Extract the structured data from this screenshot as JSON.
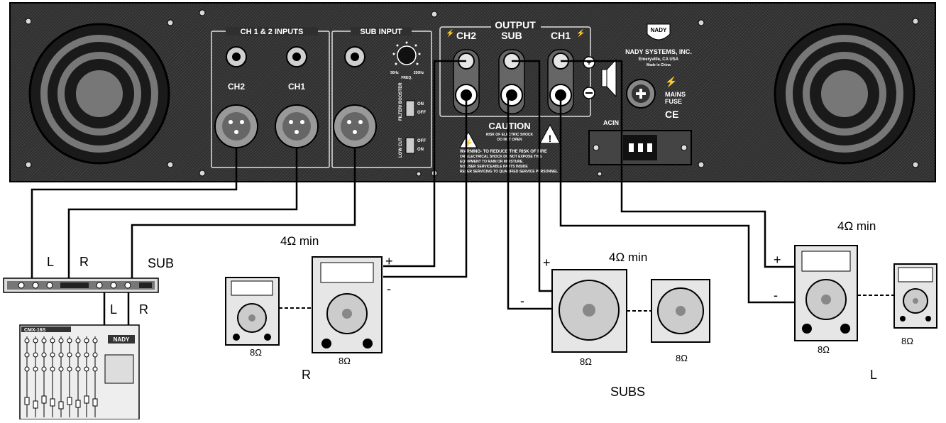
{
  "amplifier": {
    "inputs_title": "CH 1 & 2 INPUTS",
    "sub_input_title": "SUB INPUT",
    "output_title": "OUTPUT",
    "ch2": "CH2",
    "ch1": "CH1",
    "out_ch2": "CH2",
    "out_sub": "SUB",
    "out_ch1": "CH1",
    "freq_low": "50Hz",
    "freq_high": "250Hz",
    "freq_label": "FREQ.",
    "filter_label": "FILTER/ BOOSTER",
    "on": "ON",
    "off": "OFF",
    "low_cut": "LOW CUT",
    "lc_off": "OFF",
    "lc_on": "ON",
    "brand_logo": "NADY",
    "brand_name": "NADY SYSTEMS, INC.",
    "brand_city": "Emeryville, CA USA",
    "brand_made": "Made in China",
    "mains": "MAINS",
    "fuse": "FUSE",
    "ce": "CE",
    "acin": "ACIN",
    "caution": "CAUTION",
    "caution_1": "RISK OF ELECTRIC SHOCK",
    "caution_2": "DO NOT OPEN",
    "warning_1": "WARNING- TO REDUCE THE RISK OF FIRE",
    "warning_2": "OR ELECTRICAL SHOCK DO NOT EXPOSE THIS",
    "warning_3": "EQUIPMENT TO RAIN OR MOISTURE.",
    "warning_4": "NO USER SERVICEABLE PARTS INSIDE",
    "warning_5": "REFER SERVICING TO QUALIFIED SERVICE PERSONNEL"
  },
  "processor": {
    "label_l": "L",
    "label_r": "R",
    "label_sub": "SUB"
  },
  "mixer": {
    "label_l": "L",
    "label_r": "R",
    "model": "CMX-16S",
    "logo": "NADY"
  },
  "speakers": {
    "right": {
      "min": "4Ω min",
      "main_ohm": "8Ω",
      "extra_ohm": "8Ω",
      "plus": "+",
      "minus": "-",
      "side": "R"
    },
    "subs": {
      "min": "4Ω min",
      "main_ohm": "8Ω",
      "extra_ohm": "8Ω",
      "plus": "+",
      "minus": "-",
      "side": "SUBS"
    },
    "left": {
      "min": "4Ω min",
      "main_ohm": "8Ω",
      "extra_ohm": "8Ω",
      "plus": "+",
      "minus": "-",
      "side": "L"
    }
  },
  "colors": {
    "panel": "#2b2b2b",
    "line": "#000000",
    "speaker": "#e6e6e6"
  }
}
